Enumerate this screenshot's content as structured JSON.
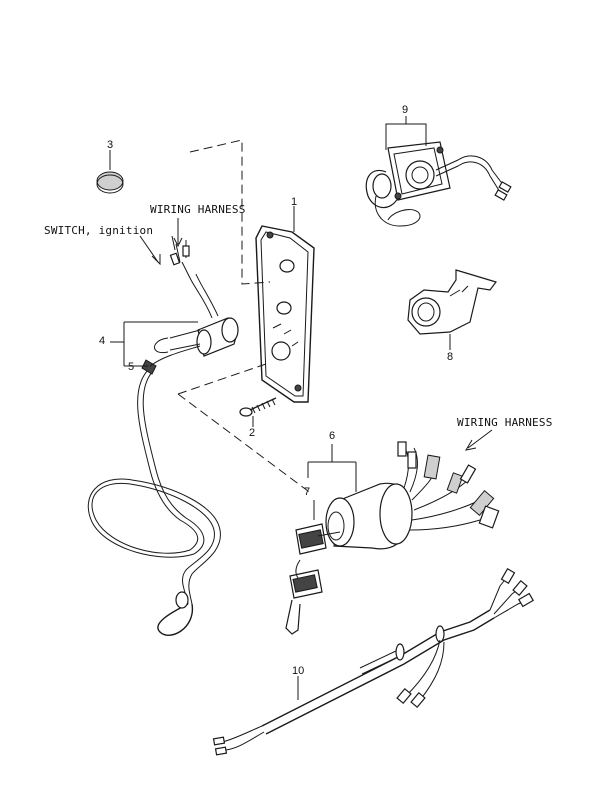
{
  "labels": {
    "wiring_harness_left": "WIRING HARNESS",
    "switch_ignition": "SWITCH, ignition",
    "wiring_harness_right": "WIRING HARNESS"
  },
  "callouts": {
    "n1": "1",
    "n2": "2",
    "n3": "3",
    "n4": "4",
    "n5": "5",
    "n6": "6",
    "n7": "7",
    "n8": "8",
    "n9": "9",
    "n10": "10"
  }
}
